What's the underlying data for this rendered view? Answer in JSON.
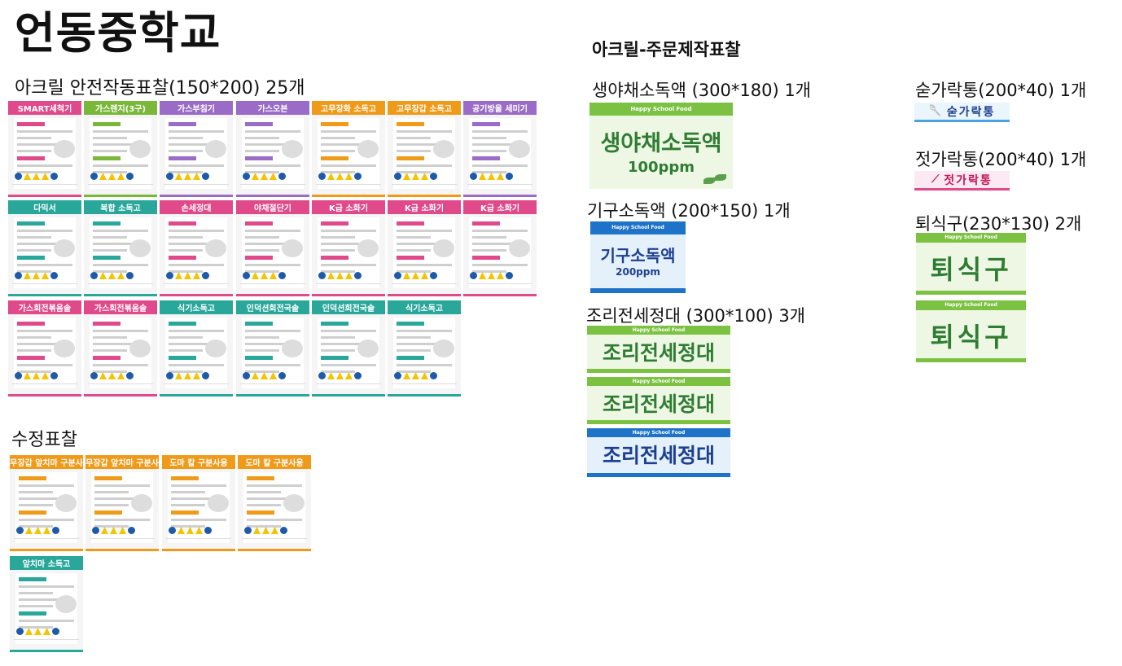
{
  "school_name": "언동중학교",
  "sections": {
    "safety": "아크릴 안전작동표찰(150*200) 25개",
    "correction": "수정표찰",
    "order": "아크릴-주문제작표찰"
  },
  "safety_signs": [
    {
      "title": "SMART세척기",
      "color": "#e0498a"
    },
    {
      "title": "가스렌지(3구)",
      "color": "#7ab83a"
    },
    {
      "title": "가스부침기",
      "color": "#9b6cc7"
    },
    {
      "title": "가스오븐",
      "color": "#9b6cc7"
    },
    {
      "title": "고무장화 소독고",
      "color": "#f09a1a"
    },
    {
      "title": "고무장갑 소독고",
      "color": "#f09a1a"
    },
    {
      "title": "공기방울 세미기",
      "color": "#9b6cc7"
    },
    {
      "title": "다믹서",
      "color": "#2aa79b"
    },
    {
      "title": "복합 소독고",
      "color": "#2aa79b"
    },
    {
      "title": "손세정대",
      "color": "#e0498a"
    },
    {
      "title": "야채절단기",
      "color": "#e0498a"
    },
    {
      "title": "K급 소화기",
      "color": "#e0498a"
    },
    {
      "title": "K급 소화기",
      "color": "#e0498a"
    },
    {
      "title": "K급 소화기",
      "color": "#e0498a"
    },
    {
      "title": "가스회전볶음솥",
      "color": "#e0498a"
    },
    {
      "title": "가스회전볶음솥",
      "color": "#e0498a"
    },
    {
      "title": "식기소독고",
      "color": "#2aa79b"
    },
    {
      "title": "인덕션회전국솥",
      "color": "#2aa79b"
    },
    {
      "title": "인덕션회전국솥",
      "color": "#2aa79b"
    },
    {
      "title": "식기소독고",
      "color": "#2aa79b"
    }
  ],
  "correction_signs": [
    {
      "title": "고무장갑 앞치마 구분사용",
      "color": "#f09a1a"
    },
    {
      "title": "고무장갑 앞치마 구분사용",
      "color": "#f09a1a"
    },
    {
      "title": "도마 칼 구분사용",
      "color": "#f09a1a"
    },
    {
      "title": "도마 칼 구분사용",
      "color": "#f09a1a"
    },
    {
      "title": "앞치마 소독고",
      "color": "#2aa79b"
    }
  ],
  "order_items": {
    "sanitizer_label": "생야채소독액 (300*180) 1개",
    "sanitizer_plate": {
      "top": "Happy School Food",
      "main": "생야채소독액",
      "sub": "100ppm"
    },
    "utensil_label": "기구소독액 (200*150) 1개",
    "utensil_plate": {
      "top": "Happy School Food",
      "main": "기구소독액",
      "sub": "200ppm"
    },
    "wash_label": "조리전세정대 (300*100) 3개",
    "wash_plates": [
      {
        "top": "Happy School Food",
        "main": "조리전세정대"
      },
      {
        "top": "Happy School Food",
        "main": "조리전세정대"
      },
      {
        "top": "Happy School Food",
        "main": "조리전세정대"
      }
    ],
    "spoon_label": "숟가락통(200*40) 1개",
    "spoon_plate": "숟가락통",
    "chopstick_label": "젓가락통(200*40) 1개",
    "chopstick_plate": "젓가락통",
    "return_label": "퇴식구(230*130) 2개",
    "return_plates": [
      {
        "top": "Happy School Food",
        "main": "퇴식구"
      },
      {
        "top": "Happy School Food",
        "main": "퇴식구"
      }
    ]
  },
  "colors": {
    "green": "#7cc242",
    "green_text": "#2e7d32",
    "blue": "#1e73c8",
    "navy_text": "#1d3f8f",
    "spoon_blue": "#4aa3e0",
    "chopstick_pink": "#e0498a"
  }
}
